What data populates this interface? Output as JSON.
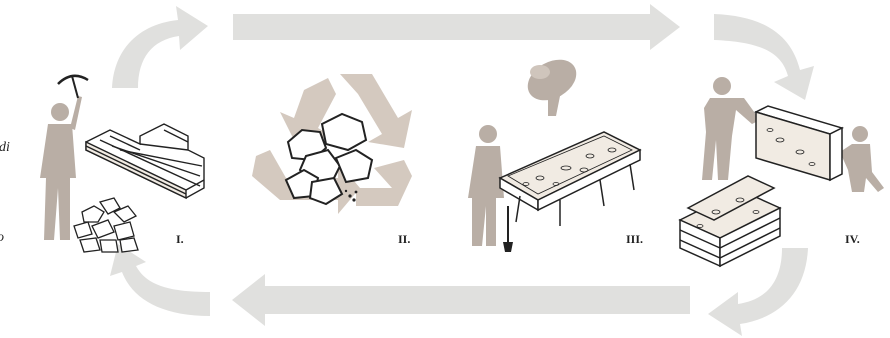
{
  "colors": {
    "arrow": "#e0e0de",
    "figure": "#b9aea5",
    "recycle": "#d4c9bf",
    "ink": "#222222",
    "fill_light": "#f1ebe3"
  },
  "steps": [
    {
      "label": "I.",
      "icon": "demolition-worker-brick-wall-rubble-icon"
    },
    {
      "label": "II.",
      "icon": "recycle-crushed-stones-icon"
    },
    {
      "label": "III.",
      "icon": "concrete-mixer-casting-mold-icon"
    },
    {
      "label": "IV.",
      "icon": "workers-stacking-panels-icon"
    }
  ],
  "edge_text": [
    "di",
    "o"
  ]
}
